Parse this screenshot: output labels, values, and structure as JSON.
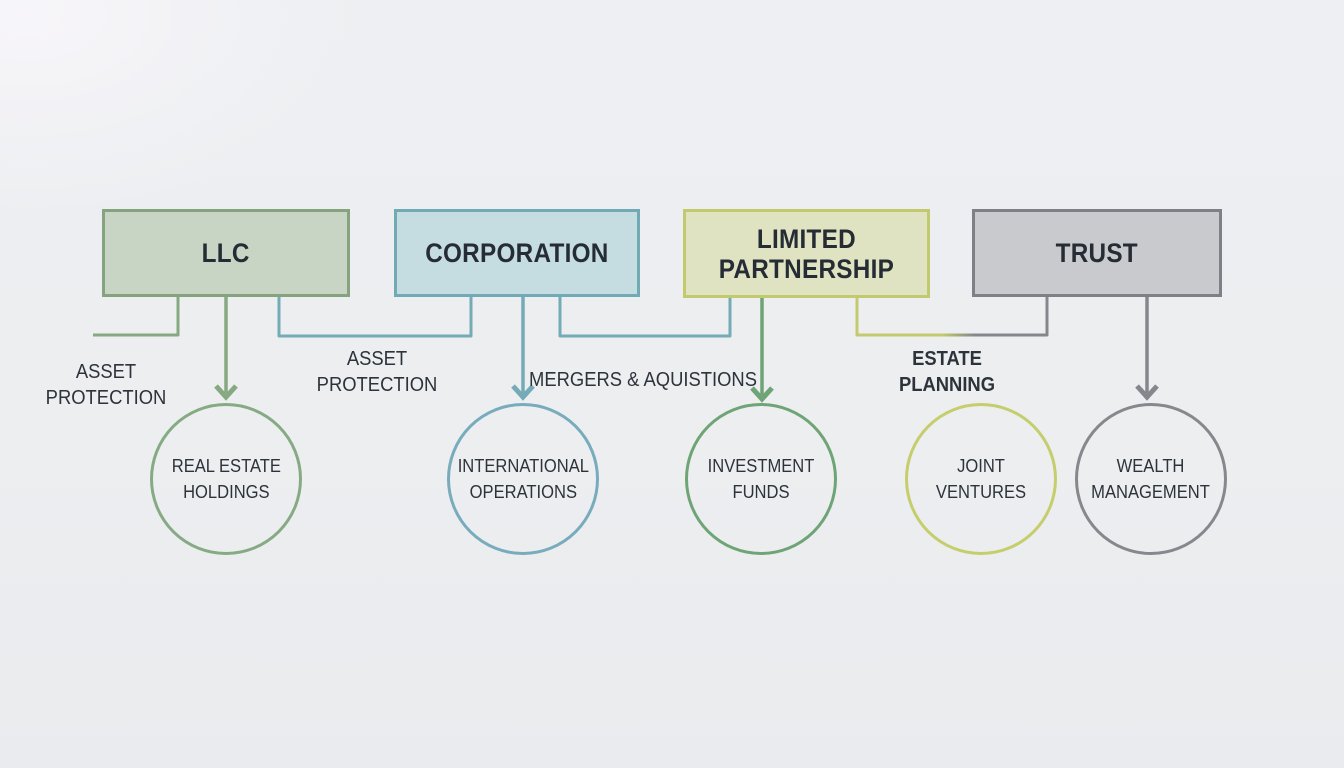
{
  "diagram": {
    "nodes": [
      {
        "id": "llc",
        "label": "LLC",
        "fill": "#c8d4c4",
        "border": "#84a37e"
      },
      {
        "id": "corporation",
        "label": "CORPORATION",
        "fill": "#c5dce1",
        "border": "#71a9b4"
      },
      {
        "id": "limited-partnership",
        "label": "LIMITED\nPARTNERSHIP",
        "fill": "#dfe3c2",
        "border": "#c3ca6e"
      },
      {
        "id": "trust",
        "label": "TRUST",
        "fill": "#c9cace",
        "border": "#7e8086"
      }
    ],
    "edge_labels": [
      {
        "id": "asset-protection-llc",
        "text": "ASSET PROTECTION"
      },
      {
        "id": "asset-protection-llc-corp",
        "text": "ASSET\nPROTECTION"
      },
      {
        "id": "mergers-acquisitions",
        "text": "MERGERS & AQUISTIONS"
      },
      {
        "id": "estate-planning",
        "text": "ESTATE\nPLANNING"
      }
    ],
    "leaves": [
      {
        "id": "real-estate-holdings",
        "text": "REAL ESTATE\nHOLDINGS",
        "ring": "#86ab84"
      },
      {
        "id": "international-operations",
        "text": "INTERNATIONAL\nOPERATIONS",
        "ring": "#78acbc"
      },
      {
        "id": "investment-funds",
        "text": "INVESTMENT\nFUNDS",
        "ring": "#6fa477"
      },
      {
        "id": "joint-ventures",
        "text": "JOINT\nVENTURES",
        "ring": "#c6cd6d"
      },
      {
        "id": "wealth-management",
        "text": "WEALTH\nMANAGEMENT",
        "ring": "#87888e"
      }
    ],
    "colors": {
      "background": "#eceef0",
      "text": "#2d333a",
      "connector_green": "#86a981",
      "connector_teal": "#74abb6",
      "connector_yellow": "#c3ca6e",
      "connector_gray": "#85878d",
      "arrow_green_dark": "#6fa477"
    }
  }
}
